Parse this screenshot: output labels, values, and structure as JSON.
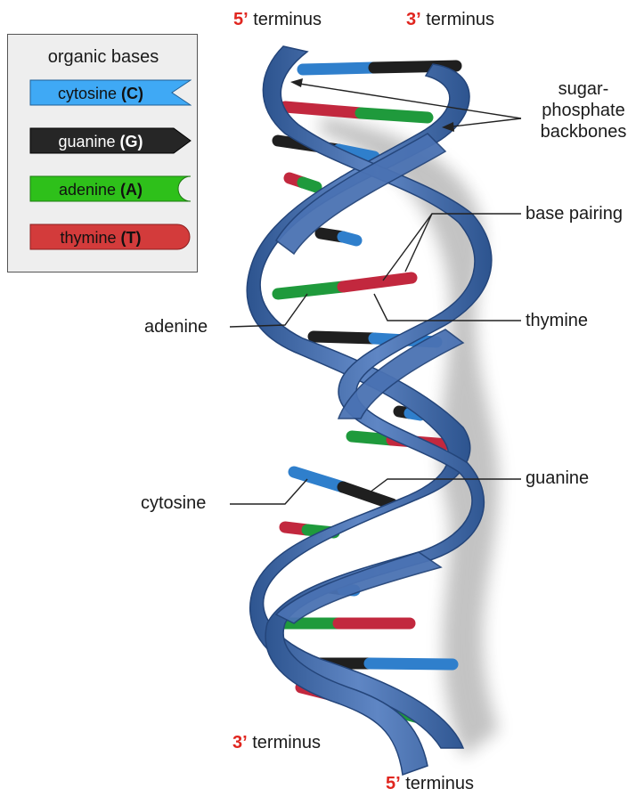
{
  "legend": {
    "title": "organic bases",
    "items": [
      {
        "name": "cytosine",
        "letter": "C",
        "color": "#3fa9f5",
        "text_color": "#111111"
      },
      {
        "name": "guanine",
        "letter": "G",
        "color": "#262626",
        "text_color": "#ffffff"
      },
      {
        "name": "adenine",
        "letter": "A",
        "color": "#2ec01a",
        "text_color": "#111111"
      },
      {
        "name": "thymine",
        "letter": "T",
        "color": "#d33b3b",
        "text_color": "#111111"
      }
    ]
  },
  "termini": {
    "top_left": {
      "prime": "5’",
      "label": "terminus"
    },
    "top_right": {
      "prime": "3’",
      "label": "terminus"
    },
    "bottom_left": {
      "prime": "3’",
      "label": "terminus"
    },
    "bottom_right": {
      "prime": "5’",
      "label": "terminus"
    }
  },
  "callouts": {
    "backbones_line1": "sugar-",
    "backbones_line2": "phosphate",
    "backbones_line3": "backbones",
    "base_pairing": "base pairing",
    "adenine": "adenine",
    "thymine": "thymine",
    "cytosine": "cytosine",
    "guanine": "guanine"
  },
  "colors": {
    "backbone": "#3f68a8",
    "backbone_dark": "#2c4f86",
    "cytosine": "#2f7fcc",
    "guanine": "#1f1f1f",
    "adenine": "#1f9a3c",
    "thymine": "#c2283e",
    "prime_red": "#e0261f"
  }
}
